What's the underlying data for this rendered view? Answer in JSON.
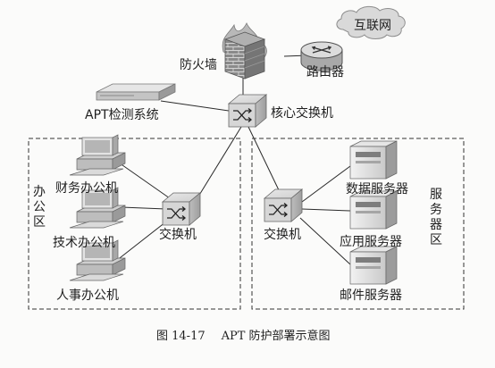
{
  "labels": {
    "internet": "互联网",
    "router": "路由器",
    "firewall": "防火墙",
    "apt_system": "APT检测系统",
    "core_switch": "核心交换机",
    "office_zone": "办公区",
    "server_zone": "服务器区",
    "office_switch": "交换机",
    "server_switch": "交换机",
    "finance_pc": "财务办公机",
    "tech_pc": "技术办公机",
    "hr_pc": "人事办公机",
    "data_server": "数据服务器",
    "app_server": "应用服务器",
    "mail_server": "邮件服务器"
  },
  "caption": {
    "figure_no": "图 14-17",
    "title": "APT 防护部署示意图"
  }
}
